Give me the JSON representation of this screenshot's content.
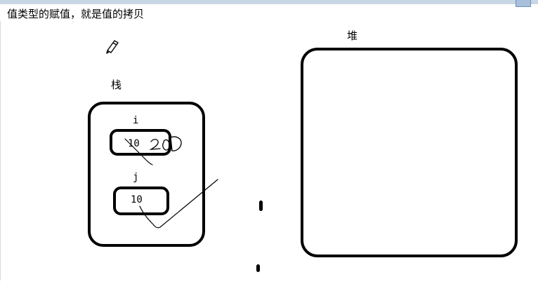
{
  "document": {
    "title": "值类型的赋值，就是值的拷贝"
  },
  "diagram": {
    "stack_label": "栈",
    "heap_label": "堆",
    "variables": [
      {
        "name": "i",
        "value": "10"
      },
      {
        "name": "j",
        "value": "10"
      }
    ]
  },
  "icons": {
    "pen_tool": "pencil-icon"
  },
  "colors": {
    "ink": "#000000",
    "background": "#ffffff",
    "top_strip": "#c9d6e6"
  }
}
